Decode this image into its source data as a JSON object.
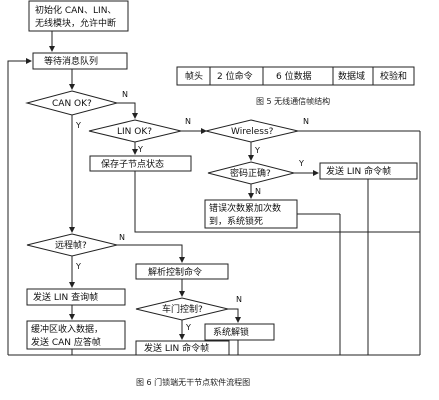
{
  "nodes": {
    "init": [
      "初始化 CAN、LIN、",
      "无线模块，允许中断"
    ],
    "wait_queue": "等待消息队列",
    "can_ok": "CAN OK?",
    "lin_ok": "LIN OK?",
    "wireless": "Wireless?",
    "save_state": "保存子节点状态",
    "pwd_correct": "密码正确?",
    "send_lin_cmd_right": "发送 LIN 命令帧",
    "error_block": [
      "错误次数累加次数",
      "到，系统锁死"
    ],
    "remote_frame": "远程帧?",
    "send_lin_query": "发送 LIN 查询帧",
    "buffer_reply": [
      "缓冲区收入数据，",
      "发送 CAN 应答帧"
    ],
    "parse_cmd": "解析控制命令",
    "door_ctrl": "车门控制?",
    "system_unlock": "系统解锁",
    "send_lin_cmd_bottom": "发送 LIN 命令帧"
  },
  "branch_labels": {
    "yes": "Y",
    "no": "N"
  },
  "frame_structure": {
    "fields": [
      "帧头",
      "2 位命令",
      "6 位数据",
      "数据域",
      "校验和"
    ],
    "caption": "图 5  无线通信帧结构"
  },
  "figure_caption": "图 6  门锁端无干节点软件流程图"
}
